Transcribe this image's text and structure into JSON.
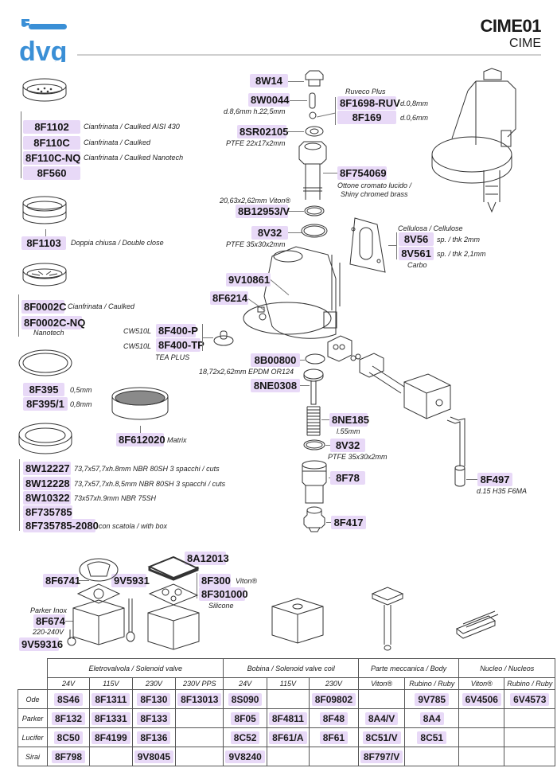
{
  "header": {
    "brand": "dvg",
    "model_code": "CIME01",
    "model_name": "CIME",
    "brand_color": "#3a8fd6",
    "highlight_color": "#e8d9f7"
  },
  "filters": {
    "group1": [
      {
        "code": "8F1102",
        "note": "Cianfrinata / Caulked AISI 430"
      },
      {
        "code": "8F110C",
        "note": "Cianfrinata / Caulked"
      },
      {
        "code": "8F110C-NQ",
        "note": "Cianfrinata / Caulked Nanotech"
      },
      {
        "code": "8F560",
        "note": ""
      }
    ],
    "group2": [
      {
        "code": "8F1103",
        "note": "Doppia chiusa / Double close"
      }
    ],
    "group3": [
      {
        "code": "8F0002C",
        "note": "Cianfrinata / Caulked"
      },
      {
        "code": "8F0002C-NQ",
        "note": "Nanotech"
      }
    ]
  },
  "shims": [
    {
      "code": "8F395",
      "note": "0,5mm"
    },
    {
      "code": "8F395/1",
      "note": "0,8mm"
    }
  ],
  "matrix": {
    "code": "8F612020",
    "note": "Matrix"
  },
  "gaskets": [
    {
      "code": "8W12227",
      "note": "73,7x57,7xh.8mm NBR 80SH 3 spacchi / cuts"
    },
    {
      "code": "8W12228",
      "note": "73,7x57,7xh.8,5mm NBR 80SH 3 spacchi / cuts"
    },
    {
      "code": "8W10322",
      "note": "73x57xh.9mm NBR 75SH"
    },
    {
      "code": "8F735785",
      "note": ""
    },
    {
      "code": "8F735785-2080",
      "note": "con scatola / with box"
    }
  ],
  "group_parts": {
    "w14": {
      "code": "8W14"
    },
    "w0044": {
      "code": "8W0044",
      "note": "d.8,6mm h.22,5mm"
    },
    "ruveco_label": "Ruveco Plus",
    "f1698": {
      "code": "8F1698-RUV",
      "note": "d.0,8mm"
    },
    "f169": {
      "code": "8F169",
      "note": "d.0,6mm"
    },
    "sr02105": {
      "code": "8SR02105",
      "note": "PTFE 22x17x2mm"
    },
    "f754069": {
      "code": "8F754069",
      "note1": "Ottone cromato lucido /",
      "note2": "Shiny chromed brass"
    },
    "b12953": {
      "code": "8B12953/V",
      "note": "20,63x2,62mm Viton®"
    },
    "v32a": {
      "code": "8V32",
      "note": "PTFE 35x30x2mm"
    },
    "cellulose_label": "Cellulosa / Cellulose",
    "v56": {
      "code": "8V56",
      "note": "sp. / thk 2mm"
    },
    "v561": {
      "code": "8V561",
      "note": "sp. / thk 2,1mm",
      "sub": "Carbo"
    },
    "v10861": {
      "code": "9V10861"
    },
    "f6214": {
      "code": "8F6214"
    },
    "f400p": {
      "code": "8F400-P",
      "pre": "CW510L"
    },
    "f400tp": {
      "code": "8F400-TP",
      "pre": "CW510L",
      "sub": "TEA PLUS"
    },
    "b00800": {
      "code": "8B00800",
      "note": "18,72x2,62mm EPDM OR124"
    },
    "ne0308": {
      "code": "8NE0308"
    },
    "ne185": {
      "code": "8NE185",
      "note": "l.55mm"
    },
    "v32b": {
      "code": "8V32",
      "note": "PTFE 35x30x2mm"
    },
    "f78": {
      "code": "8F78"
    },
    "f417": {
      "code": "8F417"
    },
    "f497": {
      "code": "8F497",
      "note": "d.15 H35 F6MA"
    }
  },
  "valve_parts": {
    "a12013": {
      "code": "8A12013"
    },
    "f6741": {
      "code": "8F6741"
    },
    "v5931": {
      "code": "9V5931"
    },
    "f300": {
      "code": "8F300",
      "note": "Viton®"
    },
    "f301000": {
      "code": "8F301000",
      "note": "Silicone"
    },
    "f674": {
      "code": "8F674",
      "pre": "Parker Inox",
      "note": "220-240V"
    },
    "v59316": {
      "code": "9V59316"
    }
  },
  "table": {
    "groups": [
      "Eletrovalvola / Solenoid valve",
      "Bobina / Solenoid valve coil",
      "Parte meccanica / Body",
      "Nucleo / Nucleos"
    ],
    "subheaders": [
      "24V",
      "115V",
      "230V",
      "230V PPS",
      "24V",
      "115V",
      "230V",
      "Viton®",
      "Rubino / Ruby",
      "Viton®",
      "Rubino / Ruby"
    ],
    "rows": [
      {
        "brand": "Ode",
        "cells": [
          "8S46",
          "8F1311",
          "8F130",
          "8F13013",
          "8S090",
          "",
          "8F09802",
          "",
          "9V785",
          "6V4506",
          "6V4573"
        ]
      },
      {
        "brand": "Parker",
        "cells": [
          "8F132",
          "8F1331",
          "8F133",
          "",
          "8F05",
          "8F4811",
          "8F48",
          "8A4/V",
          "8A4",
          "",
          ""
        ]
      },
      {
        "brand": "Lucifer",
        "cells": [
          "8C50",
          "8F4199",
          "8F136",
          "",
          "8C52",
          "8F61/A",
          "8F61",
          "8C51/V",
          "8C51",
          "",
          ""
        ]
      },
      {
        "brand": "Sirai",
        "cells": [
          "8F798",
          "",
          "9V8045",
          "",
          "9V8240",
          "",
          "",
          "8F797/V",
          "",
          "",
          ""
        ]
      }
    ]
  }
}
